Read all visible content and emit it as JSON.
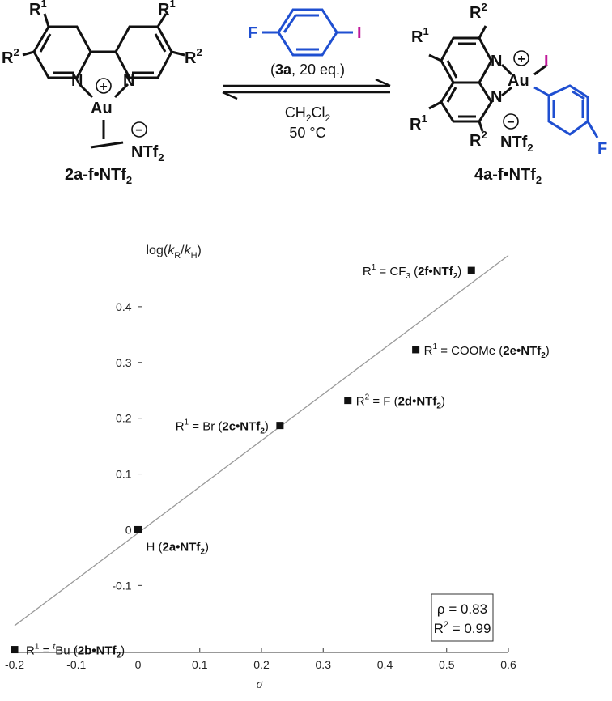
{
  "scheme": {
    "left_compound": {
      "r1": "R",
      "r1_sup": "1",
      "r2": "R",
      "r2_sup": "2",
      "n": "N",
      "au": "Au",
      "plus": "+",
      "minus": "−",
      "counterion": "NTf",
      "counterion_sub": "2",
      "name": "2a-f•NTf",
      "name_sub": "2"
    },
    "reagent": {
      "f": "F",
      "i": "I",
      "label_bold": "3a",
      "label_rest": ", 20 eq.)",
      "label_open": "("
    },
    "conditions": {
      "solvent": "CH",
      "solvent_sub1": "2",
      "solvent_mid": "Cl",
      "solvent_sub2": "2",
      "temp": "50 °C"
    },
    "right_compound": {
      "r1": "R",
      "r1_sup": "1",
      "r2": "R",
      "r2_sup": "2",
      "n": "N",
      "au": "Au",
      "i": "I",
      "f": "F",
      "plus": "+",
      "minus": "−",
      "counterion": "NTf",
      "counterion_sub": "2",
      "name": "4a-f•NTf",
      "name_sub": "2"
    },
    "colors": {
      "blue": "#1f4fd1",
      "magenta": "#c0189a",
      "black": "#111111"
    }
  },
  "chart_data": {
    "type": "scatter",
    "x_label": "σ",
    "y_label": {
      "pre": "log(",
      "k1": "k",
      "k1_sub": "R",
      "slash": "/",
      "k2": "k",
      "k2_sub": "H",
      "post": ")"
    },
    "xlim": [
      -0.2,
      0.6
    ],
    "ylim": [
      -0.22,
      0.5
    ],
    "x_ticks": [
      -0.2,
      -0.1,
      0,
      0.1,
      0.2,
      0.3,
      0.4,
      0.5,
      0.6
    ],
    "x_tick_labels": [
      "-0.2",
      "-0.1",
      "0",
      "0.1",
      "0.2",
      "0.3",
      "0.4",
      "0.5",
      "0.6"
    ],
    "y_ticks": [
      -0.1,
      0,
      0.1,
      0.2,
      0.3,
      0.4
    ],
    "y_tick_labels": [
      "-0.1",
      "0",
      "0.1",
      "0.2",
      "0.3",
      "0.4"
    ],
    "points": [
      {
        "x": -0.2,
        "y": -0.215,
        "label_pre": "R",
        "label_sup": "1",
        "label_eq": " = ",
        "label_sup2": "t",
        "label_mid": "Bu (",
        "label_bold": "2b•NTf",
        "label_sub": "2",
        "label_post": ")"
      },
      {
        "x": 0.0,
        "y": 0.0,
        "label_pre": "H (",
        "label_bold": "2a•NTf",
        "label_sub": "2",
        "label_post": ")"
      },
      {
        "x": 0.23,
        "y": 0.187,
        "label_pre": "R",
        "label_sup": "1",
        "label_eq": " = Br (",
        "label_bold": "2c•NTf",
        "label_sub": "2",
        "label_post": ")"
      },
      {
        "x": 0.34,
        "y": 0.232,
        "label_pre": "R",
        "label_sup": "2",
        "label_eq": " = F (",
        "label_bold": "2d•NTf",
        "label_sub": "2",
        "label_post": ")"
      },
      {
        "x": 0.45,
        "y": 0.323,
        "label_pre": "R",
        "label_sup": "1",
        "label_eq": " = COOMe (",
        "label_bold": "2e•NTf",
        "label_sub": "2",
        "label_post": ")"
      },
      {
        "x": 0.54,
        "y": 0.465,
        "label_pre": "R",
        "label_sup": "1",
        "label_eq": " = CF",
        "label_sub0": "3",
        "label_mid": " (",
        "label_bold": "2f•NTf",
        "label_sub": "2",
        "label_post": ")"
      }
    ],
    "fit_line": {
      "x": [
        -0.2,
        0.6
      ],
      "y": [
        -0.172,
        0.492
      ]
    },
    "annotation": {
      "rho": "ρ = 0.83",
      "r2_pre": "R",
      "r2_sup": "2",
      "r2_post": " = 0.99"
    },
    "grid": false
  }
}
